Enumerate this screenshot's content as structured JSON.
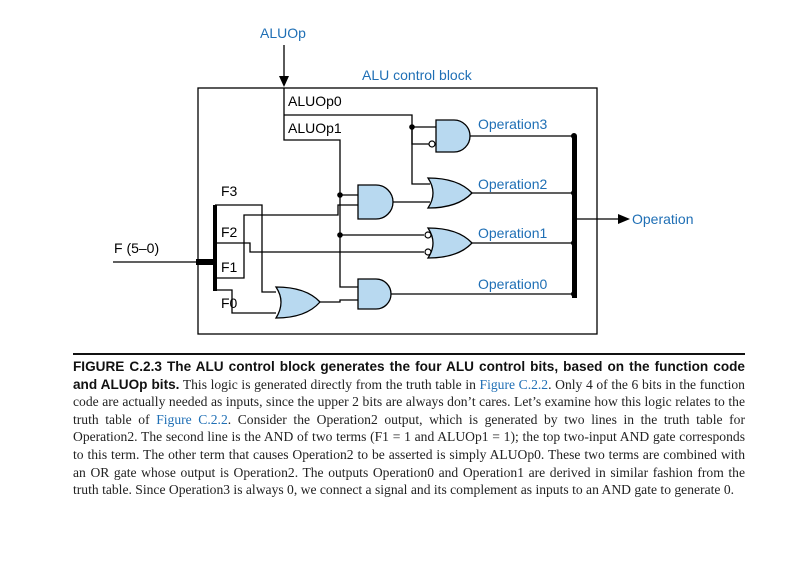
{
  "diagram": {
    "top_input": "ALUOp",
    "block_title": "ALU control block",
    "aluop0": "ALUOp0",
    "aluop1": "ALUOp1",
    "f_input": "F (5–0)",
    "f3": "F3",
    "f2": "F2",
    "f1": "F1",
    "f0": "F0",
    "op3": "Operation3",
    "op2": "Operation2",
    "op1": "Operation1",
    "op0": "Operation0",
    "output": "Operation"
  },
  "caption": {
    "heading": "FIGURE C.2.3  The ALU control block generates the four ALU control bits, based on the function code and ALUOp bits.",
    "p1": " This logic is generated directly from the truth table in ",
    "ref1": "Figure C.2.2",
    "p2": ". Only 4 of the 6 bits in the function code are actually needed as inputs, since the upper 2 bits are always don’t cares. Let’s examine how this logic relates to the truth table of ",
    "ref2": "Figure C.2.2",
    "p3": ". Consider the Operation2 output, which is generated by two lines in the truth table for Operation2. The second line is the AND of two terms (F1 = 1 and ALUOp1 = 1); the top two-input AND gate corresponds to this term. The other term that causes Operation2 to be asserted is simply ALUOp0. These two terms are combined with an OR gate whose output is Operation2. The outputs Operation0 and Operation1 are derived in similar fashion from the truth table. Since Operation3 is always 0, we connect a signal and its complement as inputs to an AND gate to generate 0."
  }
}
